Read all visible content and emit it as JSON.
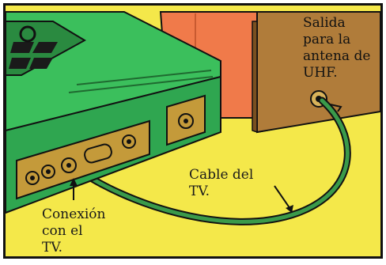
{
  "labels": {
    "uhf_output": [
      "Salida",
      "para la",
      "antena de",
      "UHF."
    ],
    "tv_cable": [
      "Cable del",
      "TV."
    ],
    "connection": [
      "Conexión",
      "con el",
      "TV."
    ]
  },
  "colors": {
    "background": "#f4e84a",
    "console": "#3bbf5c",
    "console_dark": "#1f8a3c",
    "panel": "#c49a3a",
    "tv_side": "#f07a4a",
    "tv_back": "#b07c3a",
    "cable": "#3a9a4a",
    "outline": "#111111"
  }
}
